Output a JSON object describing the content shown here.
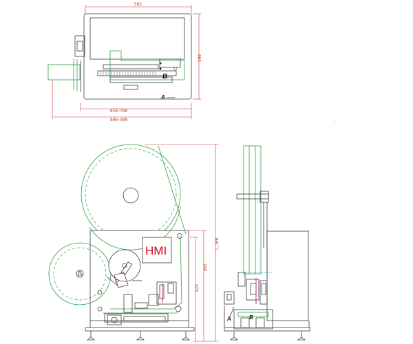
{
  "top_view": {
    "dim_width_top": "585",
    "dim_height": "500",
    "dim_range": "650~750",
    "dim_total": "800~900",
    "label_b": "B",
    "label_a": "A"
  },
  "front_view": {
    "hmi_label": "HMI",
    "dim_overall_height": "1,100",
    "dim_cabinet_height": "865",
    "dim_lower_height": "825"
  },
  "side_view": {
    "label_a": "A",
    "label_b": "B"
  },
  "colors": {
    "dimension": "#c0392b",
    "outline": "#3a3a3a",
    "reel": "#2f9e44",
    "hmi_text": "#d0021b"
  }
}
